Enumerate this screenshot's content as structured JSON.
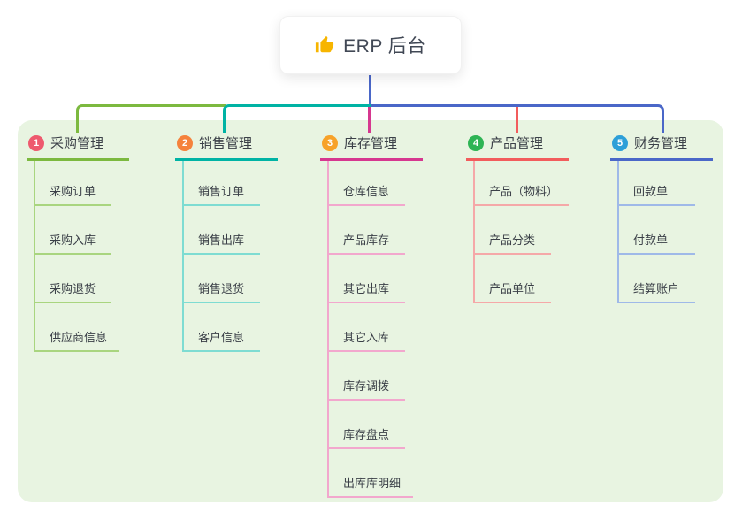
{
  "root": {
    "title": "ERP 后台",
    "icon": "thumbs-up-icon",
    "stem_color": "#4a67c8"
  },
  "panel": {
    "background": "#e8f4e1"
  },
  "branches": [
    {
      "badge": "1",
      "label": "采购管理",
      "badge_color": "#ee5a6e",
      "line_color": "#7cb93f",
      "child_line_color": "#a9d57f",
      "children": [
        "采购订单",
        "采购入库",
        "采购退货",
        "供应商信息"
      ]
    },
    {
      "badge": "2",
      "label": "销售管理",
      "badge_color": "#f5823c",
      "line_color": "#00b3a4",
      "child_line_color": "#7edcd2",
      "children": [
        "销售订单",
        "销售出库",
        "销售退货",
        "客户信息"
      ]
    },
    {
      "badge": "3",
      "label": "库存管理",
      "badge_color": "#f7a229",
      "line_color": "#d6378f",
      "child_line_color": "#f2a7cd",
      "children": [
        "仓库信息",
        "产品库存",
        "其它出库",
        "其它入库",
        "库存调拨",
        "库存盘点",
        "出库库明细"
      ]
    },
    {
      "badge": "4",
      "label": "产品管理",
      "badge_color": "#2eb454",
      "line_color": "#f25c5c",
      "child_line_color": "#f5a8a8",
      "children": [
        "产品（物料）",
        "产品分类",
        "产品单位"
      ]
    },
    {
      "badge": "5",
      "label": "财务管理",
      "badge_color": "#2d9fd8",
      "line_color": "#4a67c8",
      "child_line_color": "#9fb9e8",
      "children": [
        "回款单",
        "付款单",
        "结算账户"
      ]
    }
  ]
}
